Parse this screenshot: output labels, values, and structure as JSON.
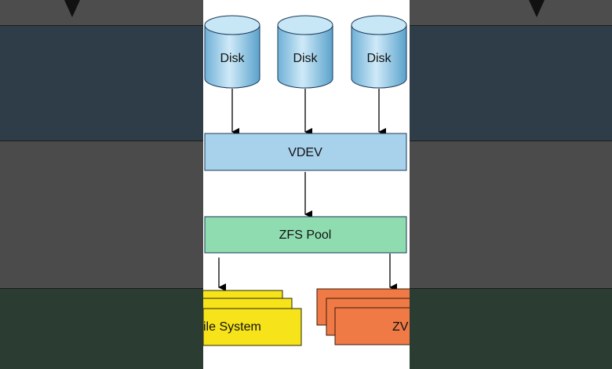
{
  "diagram": {
    "disks": [
      "Disk",
      "Disk",
      "Disk"
    ],
    "vdev_label": "VDEV",
    "pool_label": "ZFS Pool",
    "filesystem_label": "ile System",
    "zvol_label": "ZV"
  },
  "colors": {
    "disk_fill": "#a9d6ee",
    "vdev_fill": "#a8d1ec",
    "pool_fill": "#8fdcb0",
    "filesystem_fill": "#f6e31a",
    "zvol_fill": "#f07a45",
    "page_background": "#1e1e1e"
  }
}
